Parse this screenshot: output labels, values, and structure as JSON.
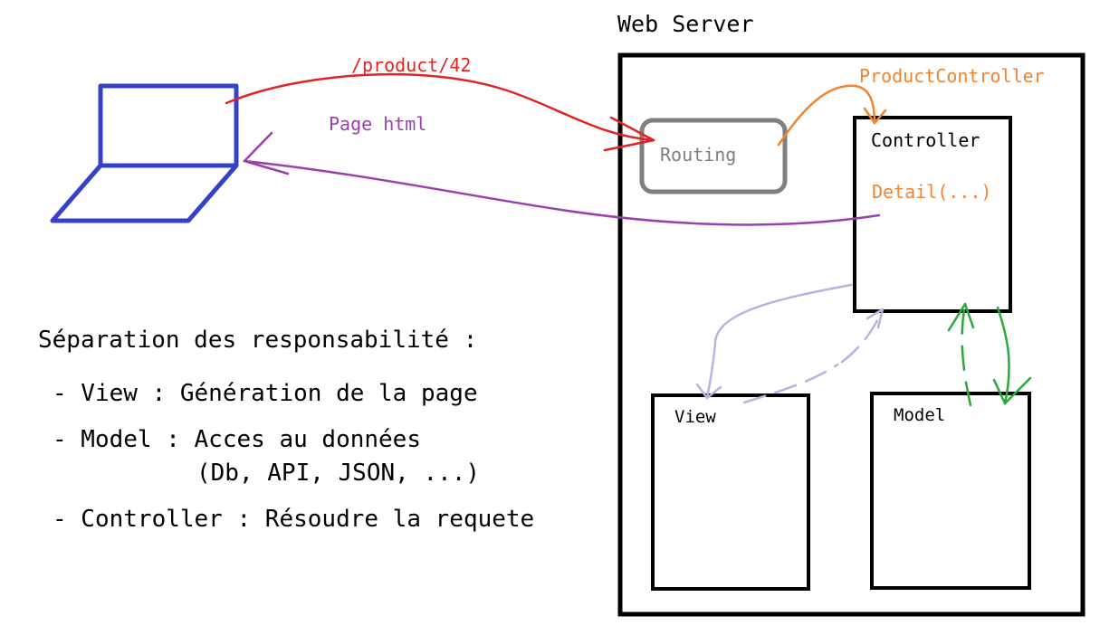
{
  "server": {
    "title": "Web Server"
  },
  "flow": {
    "request_label": "/product/42",
    "response_label": "Page html",
    "dispatch_label": "ProductController"
  },
  "components": {
    "routing": "Routing",
    "controller": "Controller",
    "controller_action": "Detail(...)",
    "view": "View",
    "model": "Model"
  },
  "notes": {
    "heading": "Séparation des responsabilité :",
    "items": [
      {
        "line": "- View : Génération de la page"
      },
      {
        "line": "- Model : Acces au données",
        "continuation": "(Db, API, JSON, ...)"
      },
      {
        "line": "- Controller : Résoudre la requete"
      }
    ]
  },
  "colors": {
    "client": "#3441c8",
    "request": "#e02424",
    "response": "#9b3fb0",
    "dispatch": "#f08430",
    "routing_box": "#808080",
    "view_link": "#b9b3e0",
    "model_link": "#2aaa3a"
  }
}
